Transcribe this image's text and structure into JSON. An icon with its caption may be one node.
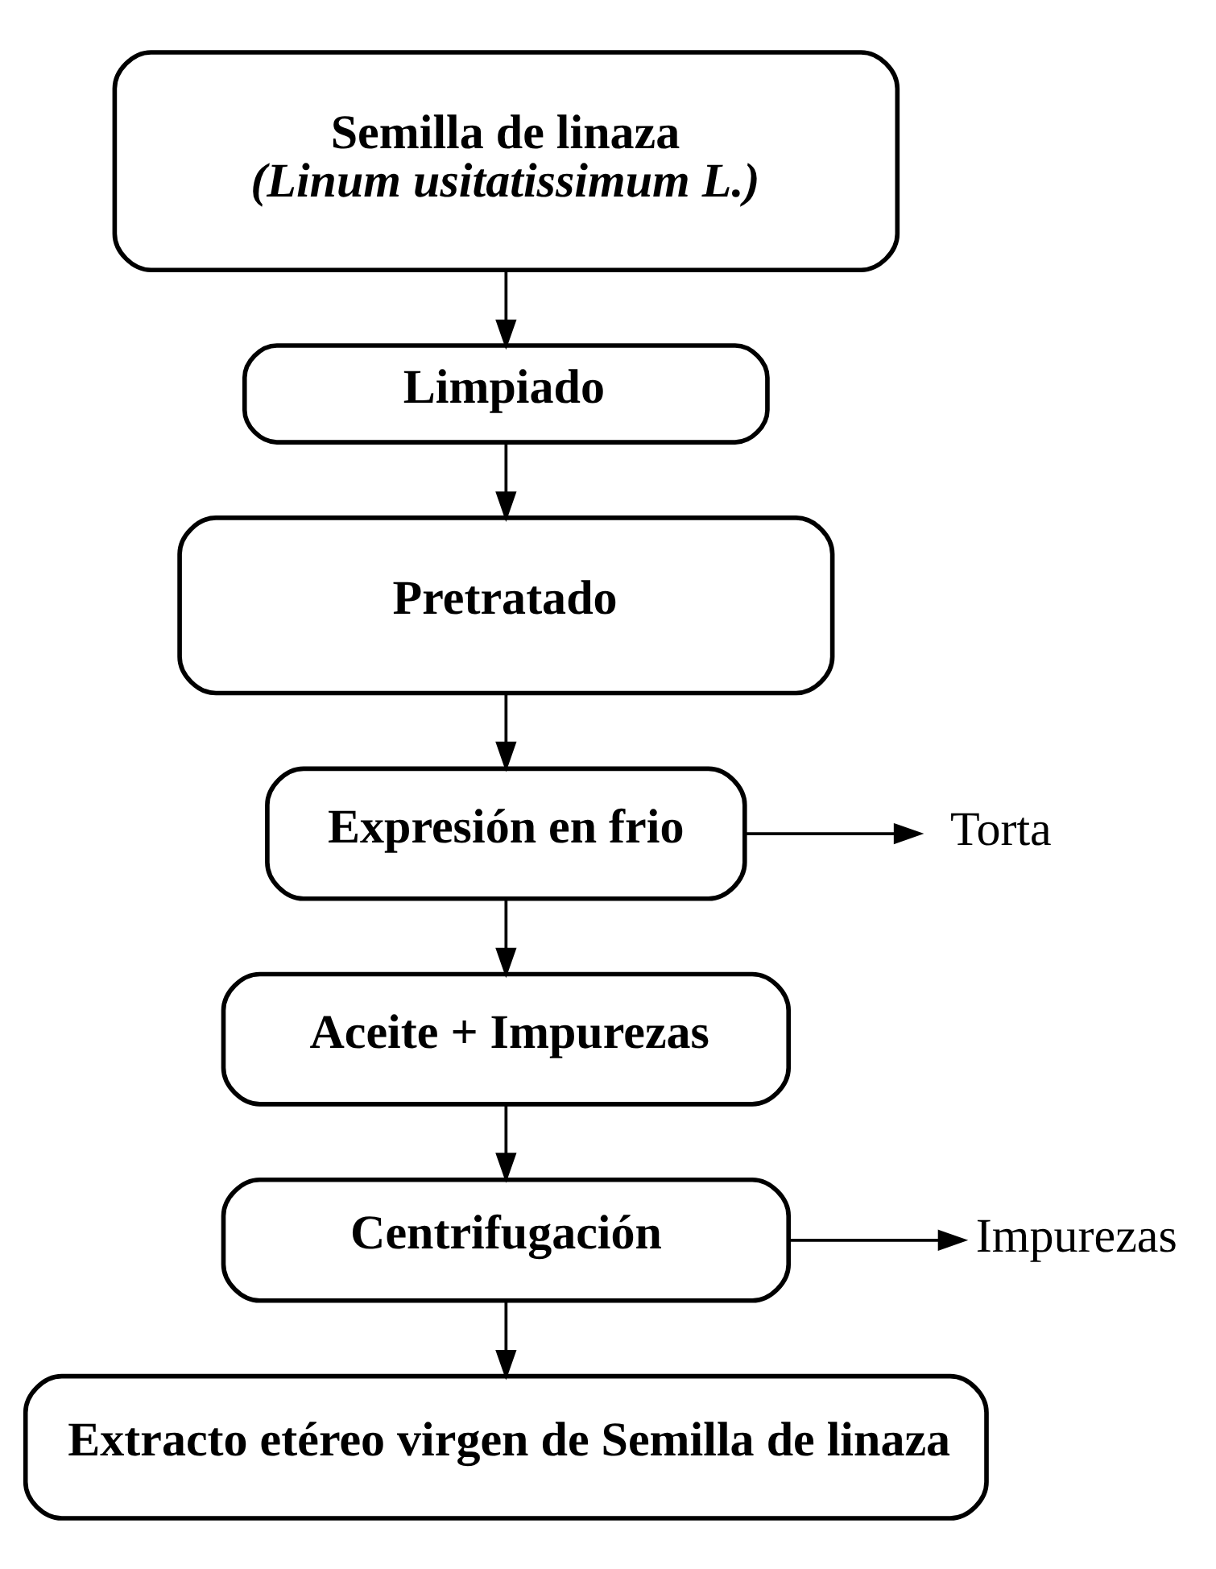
{
  "diagram": {
    "nodes": [
      {
        "text": [
          "Semilla de linaza",
          "(Linum usitatissimum L.)"
        ]
      },
      {
        "text": [
          "Limpiado"
        ]
      },
      {
        "text": [
          "Pretratado"
        ]
      },
      {
        "text": [
          "Expresión en frio"
        ]
      },
      {
        "text": [
          "Torta"
        ]
      },
      {
        "text": [
          "Aceite + Impurezas"
        ]
      },
      {
        "text": [
          "Centrifugación"
        ]
      },
      {
        "text": [
          "Impurezas"
        ]
      },
      {
        "text": [
          "Extracto etéreo virgen de Semilla de linaza"
        ]
      }
    ],
    "edges": [
      {
        "from": 0,
        "to": 1,
        "arrow": "to"
      },
      {
        "from": 1,
        "to": 2,
        "arrow": "to"
      },
      {
        "from": 2,
        "to": 3,
        "arrow": "to"
      },
      {
        "from": 3,
        "to": 4,
        "arrow": "to"
      },
      {
        "from": 3,
        "to": 5,
        "arrow": "to"
      },
      {
        "from": 5,
        "to": 6,
        "arrow": "to"
      },
      {
        "from": 6,
        "to": 7,
        "arrow": "to"
      },
      {
        "from": 6,
        "to": 8,
        "arrow": "to"
      }
    ]
  }
}
